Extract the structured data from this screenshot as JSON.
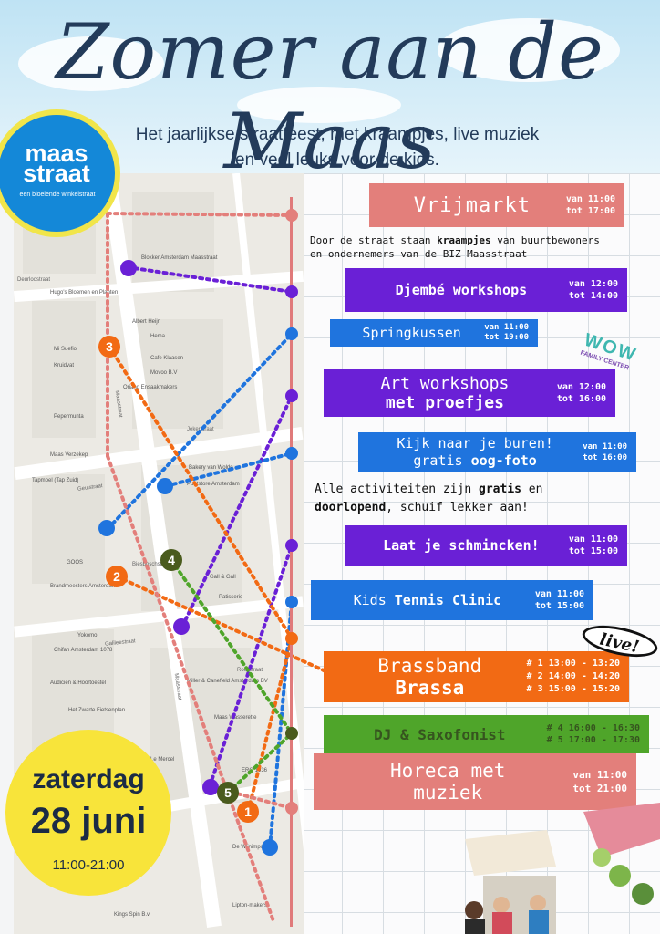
{
  "title": "Zomer aan de Maas",
  "subtitle_line1": "Het jaarlijkse straatfeest, met kraampjes, live muziek",
  "subtitle_line2": "en veel leuks voor de kids.",
  "logo": {
    "line1": "maas",
    "line2": "straat",
    "tagline": "een bloeiende winkelstraat"
  },
  "events": [
    {
      "title": "Vrijmarkt",
      "time": "van 11:00\ntot 17:00",
      "color": "#e37f7b"
    },
    {
      "title": "Djembé workshops",
      "time": "van 12:00\ntot 14:00",
      "color": "#6a20d6"
    },
    {
      "title": "Springkussen",
      "time": "van 11:00\ntot 19:00",
      "color": "#1f74de"
    },
    {
      "title1": "Art workshops",
      "title2": "met proefjes",
      "time": "van 12:00\ntot 16:00",
      "color": "#6a20d6"
    },
    {
      "title1": "Kijk naar je buren!",
      "title2a": "gratis ",
      "title2b": "oog-foto",
      "time": "van 11:00\ntot 16:00",
      "color": "#1f74de"
    },
    {
      "title": "Laat je schmincken!",
      "time": "van 11:00\ntot 15:00",
      "color": "#6a20d6"
    },
    {
      "title1": "Kids ",
      "title2": "Tennis Clinic",
      "time": "van 11:00\ntot 15:00",
      "color": "#1f74de"
    },
    {
      "title1": "Brassband",
      "title2": "Brassa",
      "time": "# 1 13:00 - 13:20\n# 2 14:00 - 14:20\n# 3 15:00 - 15:20",
      "color": "#f26a14"
    },
    {
      "title": "DJ & Saxofonist",
      "time": "# 4 16:00 - 16:30\n# 5 17:00 - 17:30",
      "color": "#4fa52a",
      "textcolor": "#36541f"
    },
    {
      "title1": "Horeca met",
      "title2": "muziek",
      "time": "van 11:00\ntot 21:00",
      "color": "#e37f7b"
    }
  ],
  "note1": {
    "a": "Door de straat staan ",
    "b": "kraampjes",
    "c": " van buurtbewoners",
    "d": "en ondernemers van de BIZ Maasstraat"
  },
  "note2": {
    "a": "Alle activiteiten zijn ",
    "b": "gratis",
    "c": " en",
    "d": "doorlopend",
    "e": ", schuif lekker aan!"
  },
  "live_badge": "live!",
  "wow": {
    "word": "WOW",
    "sub": "FAMILY CENTER"
  },
  "date": {
    "day": "zaterdag",
    "date": "28 juni",
    "hours": "11:00-21:00"
  },
  "markers": [
    "1",
    "2",
    "3",
    "4",
    "5"
  ],
  "map_labels": {
    "streets": [
      "Deurloostraat",
      "Maasstraat",
      "Jekerstraat",
      "Geulstraat",
      "Biesboschstraat",
      "Galileestraat",
      "Roerstraat",
      "Maasstraat"
    ],
    "places": [
      "Blokker Amsterdam Maasstraat",
      "Hugo's Bloemen en Planten",
      "Albert Heijn",
      "Hema",
      "Mi Suefio",
      "Kruidvat",
      "Cafe Klaasen",
      "Movoo B.V",
      "Oriand Ensaakmakers",
      "Pepermunta",
      "Maas Verzekep",
      "Tapmoel (Tap Zuid)",
      "Bakery van Wolde",
      "Puntstore Amsterdam",
      "GOOS",
      "Brandmeesters Amsterdam",
      "Gall & Gall",
      "Patisserie",
      "Yokomo",
      "Chifan Amsterdam 1078",
      "Audicien & Hoortoestel",
      "Miller & Canefield Amsterdam BV",
      "Het Zwarte Fietsenplan",
      "De Wijnimport",
      "Kings Spin B.v",
      "Lipton-makers",
      "ERO 1936",
      "Maas Wasserette",
      "Le Mercel"
    ]
  }
}
